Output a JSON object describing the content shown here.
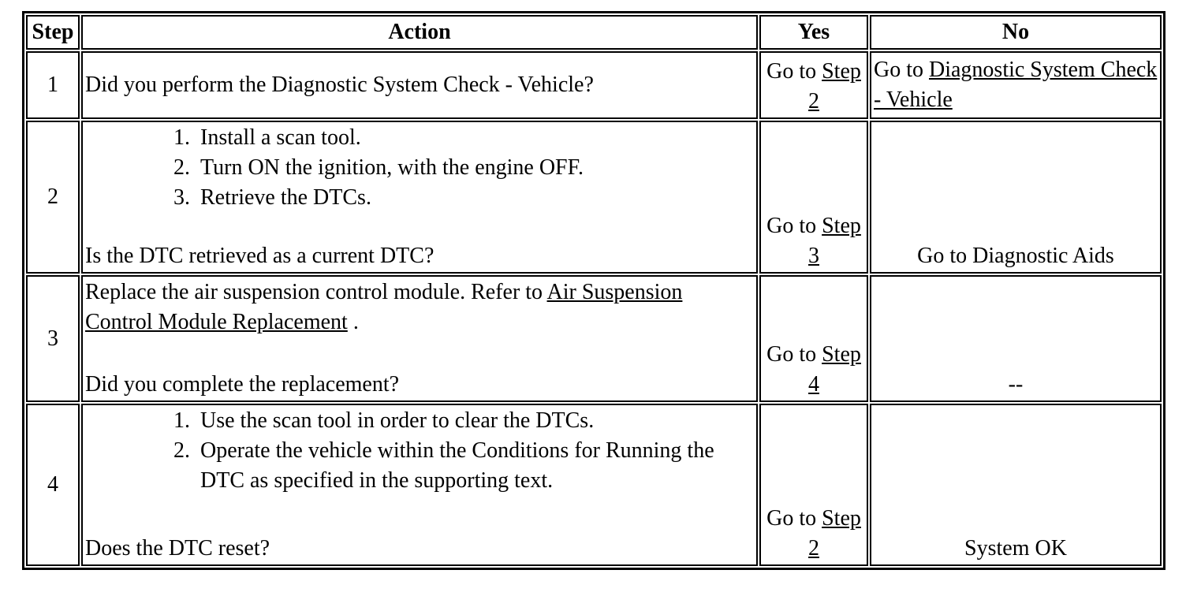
{
  "colors": {
    "background": "#ffffff",
    "text": "#000000",
    "border": "#000000",
    "link": "#000000"
  },
  "table": {
    "headers": {
      "step": "Step",
      "action": "Action",
      "yes": "Yes",
      "no": "No"
    },
    "rows": [
      {
        "step": "1",
        "action_question": "Did you perform the Diagnostic System Check - Vehicle?",
        "yes_prefix": "Go to ",
        "yes_link": "Step 2",
        "no_prefix": "Go to ",
        "no_link": "Diagnostic System Check - Vehicle"
      },
      {
        "step": "2",
        "action_list": [
          "Install a scan tool.",
          "Turn ON the ignition, with the engine OFF.",
          "Retrieve the DTCs."
        ],
        "action_question": "Is the DTC retrieved as a current DTC?",
        "yes_prefix": "Go to ",
        "yes_link": "Step 3",
        "no_text": "Go to Diagnostic Aids"
      },
      {
        "step": "3",
        "action_prefix": "Replace the air suspension control module. Refer to ",
        "action_link": "Air Suspension Control Module Replacement",
        "action_suffix": " .",
        "action_question": "Did you complete the replacement?",
        "yes_prefix": "Go to ",
        "yes_link": "Step 4",
        "no_text": "--"
      },
      {
        "step": "4",
        "action_list": [
          "Use the scan tool in order to clear the DTCs.",
          "Operate the vehicle within the Conditions for Running the DTC as specified in the supporting text."
        ],
        "action_question": "Does the DTC reset?",
        "yes_prefix": "Go to ",
        "yes_link": "Step 2",
        "no_text": "System OK"
      }
    ]
  }
}
